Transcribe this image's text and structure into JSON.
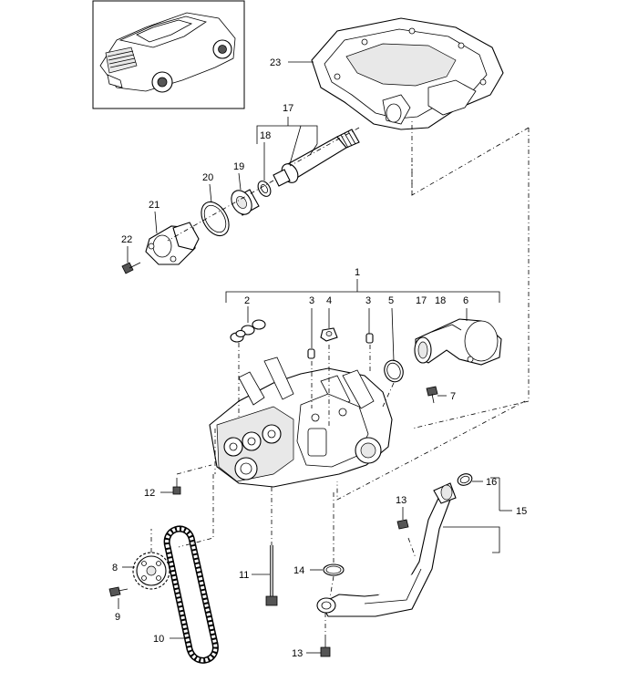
{
  "callouts": {
    "c1": "1",
    "c2": "2",
    "c3a": "3",
    "c3b": "3",
    "c4": "4",
    "c5": "5",
    "c6": "6",
    "c7": "7",
    "c8": "8",
    "c9": "9",
    "c10": "10",
    "c11": "11",
    "c12": "12",
    "c13a": "13",
    "c13b": "13",
    "c14": "14",
    "c15": "15",
    "c16": "16",
    "c17a": "17",
    "c17b": "17",
    "c18a": "18",
    "c18b": "18",
    "c19": "19",
    "c20": "20",
    "c21": "21",
    "c22": "22",
    "c23": "23"
  }
}
